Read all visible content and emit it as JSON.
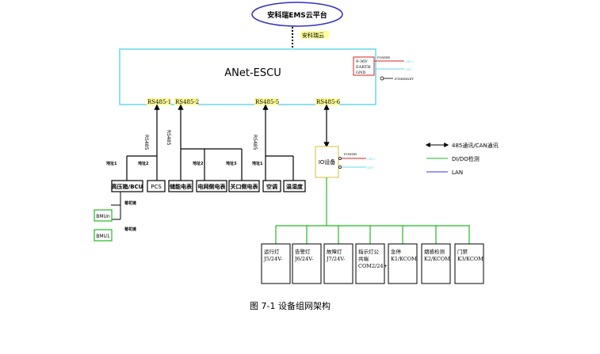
{
  "cloud": {
    "label": "安科瑞EMS云平台"
  },
  "link": {
    "label": "安科瑞云"
  },
  "escu": {
    "title": "ANet-ESCU",
    "power_block": [
      "9-36V",
      "EARTH",
      "GND"
    ],
    "power_label": "POWER",
    "power_plus": "24V+",
    "power_minus": "24V-",
    "ethernet_label": "ETHERNET"
  },
  "ports": [
    "RS485-1",
    "RS485-2",
    "RS485-5",
    "RS485-6"
  ],
  "bus_labels": {
    "b1": "RS485",
    "b2": "RS485",
    "b5": "RS485"
  },
  "addr_labels": [
    "地址1",
    "地址2",
    "地址2",
    "地址3",
    "地址1"
  ],
  "devices": [
    {
      "id": "bcu",
      "label": "高压箱/BCU"
    },
    {
      "id": "pcs",
      "label": "PCS"
    },
    {
      "id": "storage-meter",
      "label": "储能电表"
    },
    {
      "id": "grid-meter",
      "label": "电网侧电表"
    },
    {
      "id": "gateway-meter",
      "label": "关口侧电表"
    },
    {
      "id": "ac",
      "label": "空调"
    },
    {
      "id": "th",
      "label": "温湿度"
    }
  ],
  "bmu": {
    "top": "BMUn",
    "bottom": "BMU1",
    "label_top": "菊花链",
    "label_bottom": "菊花链"
  },
  "io": {
    "label": "IO设备",
    "power_label": "POWER",
    "power_plus": "24V+",
    "power_minus": "24V-"
  },
  "outputs": [
    {
      "lines": [
        "运行灯",
        "J5/24V-"
      ]
    },
    {
      "lines": [
        "告警灯",
        "J6/24V-"
      ]
    },
    {
      "lines": [
        "故障灯",
        "J7/24V-"
      ]
    },
    {
      "lines": [
        "指示灯公",
        "共端",
        "COM2/24+"
      ]
    },
    {
      "lines": [
        "急停",
        "K1/KCOM"
      ]
    },
    {
      "lines": [
        "烟感检测",
        "K2/KCOM"
      ]
    },
    {
      "lines": [
        "门禁",
        "K3/KCOM"
      ]
    }
  ],
  "legend": [
    {
      "label": "485通讯/CAN通讯",
      "color": "#000000",
      "style": "arrow"
    },
    {
      "label": "DI/DO检测",
      "color": "#22bb22",
      "style": "line"
    },
    {
      "label": "LAN",
      "color": "#3333cc",
      "style": "line"
    }
  ],
  "colors": {
    "cyan": "#66d9ee",
    "green": "#22bb22",
    "red": "#dd2222",
    "yellow": "#ffff99",
    "cloud_border": "#3333bb"
  },
  "caption": "图 7-1 设备组网架构"
}
